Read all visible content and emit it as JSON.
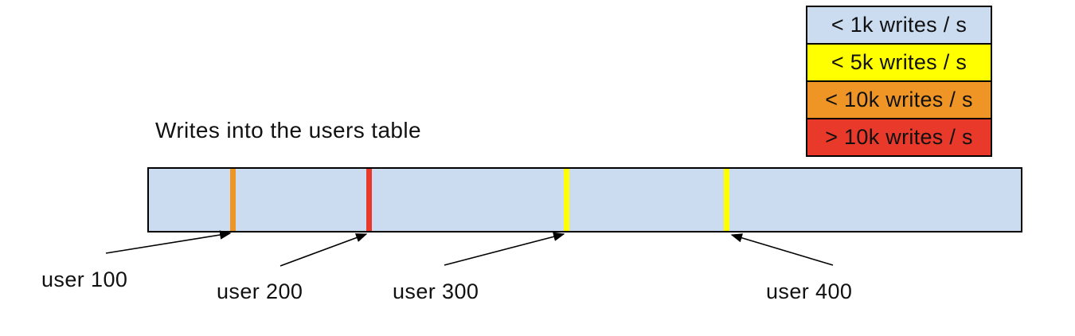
{
  "title": "Writes into the users table",
  "legend": {
    "items": [
      {
        "label": "< 1k writes / s",
        "color": "#cbdcf1"
      },
      {
        "label": "< 5k writes / s",
        "color": "#ffff00"
      },
      {
        "label": "< 10k writes / s",
        "color": "#ee9526"
      },
      {
        "label": "> 10k writes / s",
        "color": "#e8392a"
      }
    ]
  },
  "bar": {
    "fill": "#cbdcf1",
    "border_color": "#000000"
  },
  "markers": [
    {
      "label": "user 100",
      "color": "#ee9526"
    },
    {
      "label": "user 200",
      "color": "#e8392a"
    },
    {
      "label": "user 300",
      "color": "#ffff00"
    },
    {
      "label": "user 400",
      "color": "#ffff00"
    }
  ]
}
